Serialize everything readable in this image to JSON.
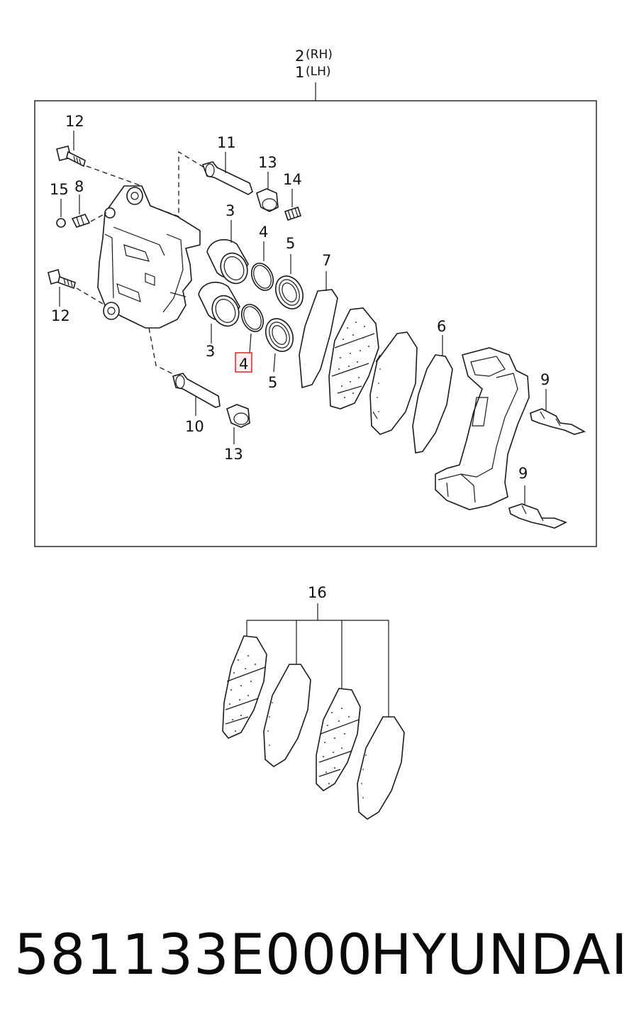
{
  "header_callout": {
    "rh_number": "2",
    "rh_label": "(RH)",
    "lh_number": "1",
    "lh_label": "(LH)"
  },
  "callouts": {
    "c12_top": "12",
    "c11": "11",
    "c13_top": "13",
    "c14": "14",
    "c15": "15",
    "c8": "8",
    "c3_top": "3",
    "c4_top": "4",
    "c5_top": "5",
    "c7": "7",
    "c12_bottom": "12",
    "c3_bottom": "3",
    "c4_highlight": "4",
    "c5_bottom": "5",
    "c6": "6",
    "c9_top": "9",
    "c10": "10",
    "c13_bottom": "13",
    "c9_bottom": "9",
    "c16": "16"
  },
  "highlight": {
    "target_callout": "4",
    "color": "#e03030"
  },
  "caption": {
    "part_number": "581133E000",
    "brand": "HYUNDAI"
  }
}
